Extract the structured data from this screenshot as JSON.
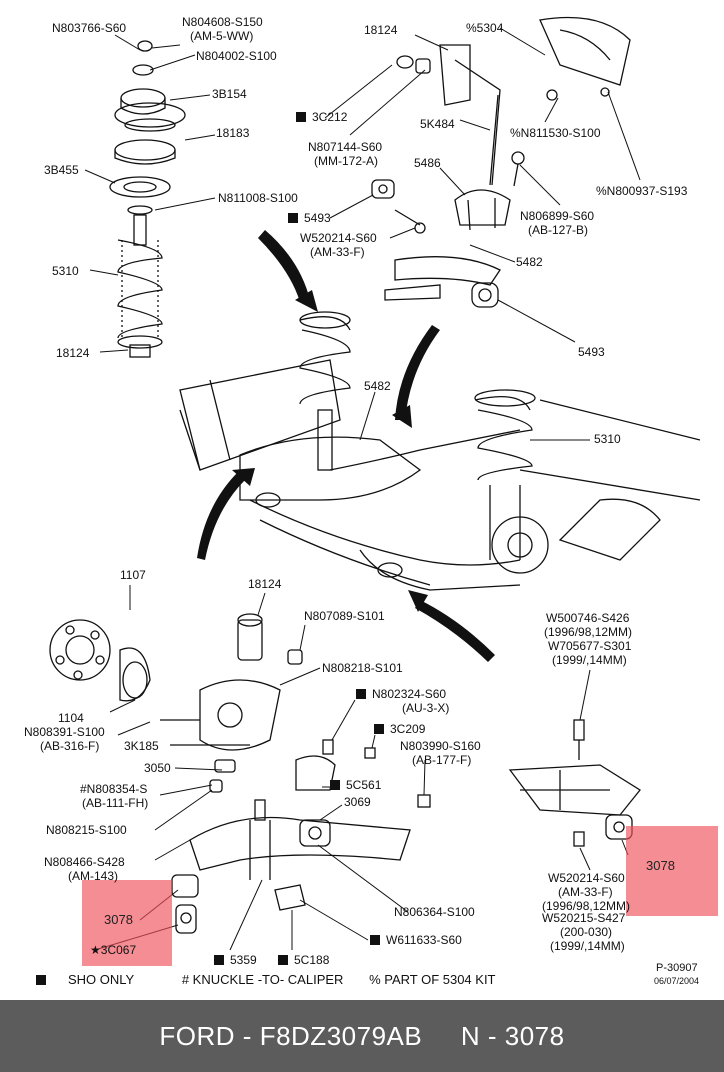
{
  "labels": {
    "n803766": "N803766-S60",
    "n804608": "N804608-S150",
    "n804608b": "(AM-5-WW)",
    "n804002": "N804002-S100",
    "p3b154": "3B154",
    "p18183": "18183",
    "p3b455": "3B455",
    "n811008": "N811008-S100",
    "p5310a": "5310",
    "p18124a": "18124",
    "p18124b": "18124",
    "p5304": "%5304",
    "p3c212": "3C212",
    "p5k484": "5K484",
    "n811530": "%N811530-S100",
    "n807144": "N807144-S60",
    "n807144b": "(MM-172-A)",
    "p5486": "5486",
    "n800937": "%N800937-S193",
    "p5493a": "5493",
    "n806899": "N806899-S60",
    "n806899b": "(AB-127-B)",
    "w520214a": "W520214-S60",
    "w520214ab": "(AM-33-F)",
    "p5482a": "5482",
    "p5493b": "5493",
    "p5482b": "5482",
    "p5310b": "5310",
    "p1107": "1107",
    "p18124c": "18124",
    "n807089": "N807089-S101",
    "n808218": "N808218-S101",
    "p1104": "1104",
    "n808391": "N808391-S100",
    "n808391b": "(AB-316-F)",
    "p3k185": "3K185",
    "n802324": "N802324-S60",
    "n802324b": "(AU-3-X)",
    "p3c209": "3C209",
    "n803990": "N803990-S160",
    "n803990b": "(AB-177-F)",
    "p3050": "3050",
    "n808354": "#N808354-S",
    "n808354b": "(AB-111-FH)",
    "p5c561": "5C561",
    "p3069": "3069",
    "n808215": "N808215-S100",
    "n808466": "N808466-S428",
    "n808466b": "(AM-143)",
    "n806364": "N806364-S100",
    "w611633": "W611633-S60",
    "p5359": "5359",
    "p5c188": "5C188",
    "p3c067": "3C067",
    "w500746": "W500746-S426",
    "w500746b": "(1996/98,12MM)",
    "w705677": "W705677-S301",
    "w705677b": "(1999/,14MM)",
    "w520214b": "W520214-S60",
    "w520214bb": "(AM-33-F)",
    "w520214bc": "(1996/98,12MM)",
    "w520215": "W520215-S427",
    "w520215b": "(200-030)",
    "w520215c": "(1999/,14MM)"
  },
  "highlights": {
    "left_label": "3078",
    "right_label": "3078",
    "color": "#f0505a"
  },
  "legend": {
    "sho": "SHO ONLY",
    "knuckle": "# KNUCKLE -TO- CALIPER",
    "kit": "% PART OF 5304 KIT"
  },
  "ref": {
    "code": "P-30907",
    "date": "06/07/2004"
  },
  "footer": {
    "brand": "FORD",
    "sep1": " - ",
    "part": "F8DZ3079AB",
    "gap": "     ",
    "n": "N",
    "sep2": " - ",
    "num": "3078"
  }
}
